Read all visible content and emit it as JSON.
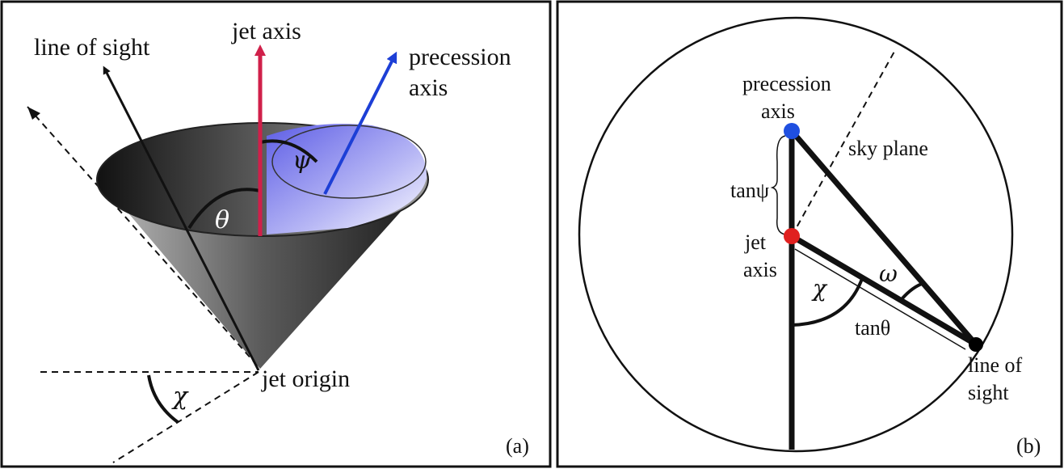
{
  "panel_a": {
    "label_line_of_sight": "line of sight",
    "label_jet_axis": "jet axis",
    "label_precession_1": "precession",
    "label_precession_2": "axis",
    "label_theta": "θ",
    "label_psi": "ψ",
    "label_chi": "χ",
    "label_jet_origin": "jet origin",
    "panel_tag": "(a)",
    "colors": {
      "jet_axis": "#d0204a",
      "precession_axis": "#1d3fd6",
      "cone_inner": "#7b7bf0"
    }
  },
  "panel_b": {
    "label_precession_1": "precession",
    "label_precession_2": "axis",
    "label_sky_plane": "sky plane",
    "label_tan_psi": "tanψ",
    "label_jet_1": "jet",
    "label_jet_2": "axis",
    "label_omega": "ω",
    "label_chi": "χ",
    "label_tan_theta": "tanθ",
    "label_los_1": "line of",
    "label_los_2": "sight",
    "panel_tag": "(b)",
    "colors": {
      "precession_dot": "#1f4fe0",
      "jet_dot": "#e0201f",
      "los_dot": "#000000"
    }
  }
}
